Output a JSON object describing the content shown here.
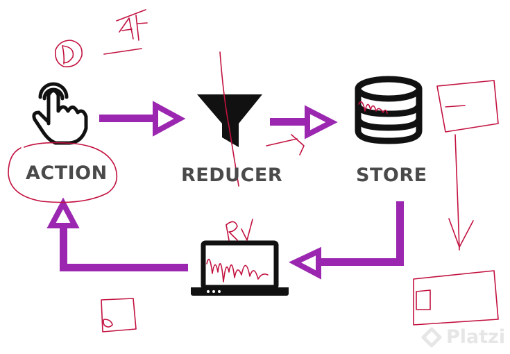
{
  "nodes": {
    "action": {
      "label": "ACTION",
      "icon": "hand-pointer-icon"
    },
    "reducer": {
      "label": "REDUCER",
      "icon": "funnel-icon"
    },
    "store": {
      "label": "STORE",
      "icon": "database-icon"
    },
    "view": {
      "label": "",
      "icon": "laptop-icon"
    }
  },
  "edges": [
    {
      "from": "action",
      "to": "reducer"
    },
    {
      "from": "reducer",
      "to": "store"
    },
    {
      "from": "store",
      "to": "view"
    },
    {
      "from": "view",
      "to": "action"
    }
  ],
  "colors": {
    "arrow": "#9b27b0",
    "icon": "#111111",
    "label": "#4a4a4a",
    "annotation": "#c2113f",
    "watermark": "#e6e6e6"
  },
  "annotations": {
    "top_scribble": "AF",
    "laptop_scribble": "RV"
  },
  "watermark": {
    "text": "Platzi"
  }
}
